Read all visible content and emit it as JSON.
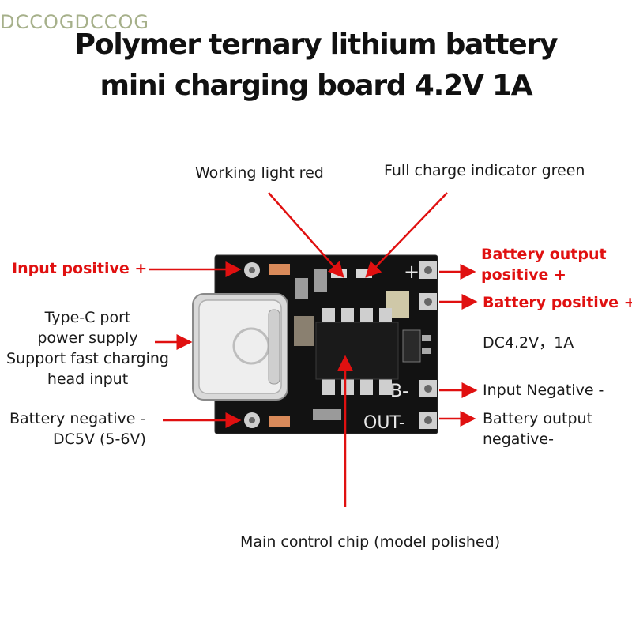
{
  "watermark": "DCCOGDCCOG",
  "title": {
    "line1": "Polymer ternary lithium battery",
    "line2": "mini charging board 4.2V 1A"
  },
  "labels": {
    "working_light": "Working light red",
    "full_charge": "Full charge indicator green",
    "input_positive": "Input positive +",
    "battery_output_positive": [
      "Battery output",
      "positive +"
    ],
    "battery_positive": "Battery positive +",
    "typec": [
      "Type-C port",
      "power supply",
      "Support fast charging",
      "head input"
    ],
    "dc_rating": "DC4.2V，1A",
    "input_negative": "Input Negative -",
    "battery_negative": "Battery negative -",
    "dc5v": "DC5V (5-6V)",
    "battery_output_negative": [
      "Battery output",
      "negative-"
    ],
    "main_chip": "Main control chip (model polished)"
  },
  "board": {
    "silk_plus": "+",
    "silk_b_minus": "B-",
    "silk_out_minus": "OUT-"
  },
  "colors": {
    "arrow": "#e01010",
    "pcb": "#121212",
    "pad": "#cfcfcf",
    "label_red": "#e01010"
  }
}
